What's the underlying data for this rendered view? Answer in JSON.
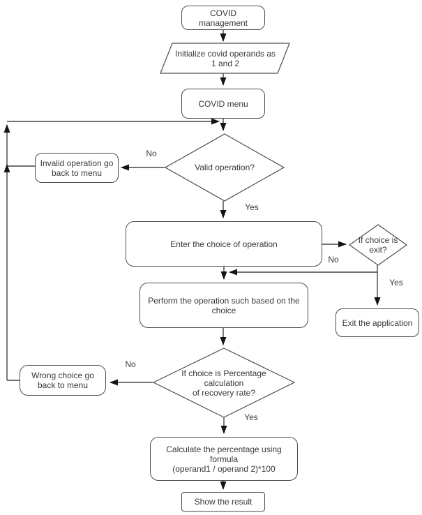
{
  "colors": {
    "background": "#ffffff",
    "stroke": "#4d4d4d",
    "arrow": "#141414",
    "text": "#383838"
  },
  "flowchart": {
    "nodes": [
      {
        "id": "start",
        "shape": "rounded-rect",
        "label": "COVID management"
      },
      {
        "id": "init",
        "shape": "parallelogram",
        "label": "Initialize covid operands as\n1 and 2"
      },
      {
        "id": "menu",
        "shape": "rounded-rect",
        "label": "COVID menu"
      },
      {
        "id": "valid",
        "shape": "diamond",
        "label": "Valid operation?"
      },
      {
        "id": "invalid",
        "shape": "rounded-rect",
        "label": "Invalid operation go\nback to menu"
      },
      {
        "id": "enter",
        "shape": "rounded-rect",
        "label": "Enter the choice of operation"
      },
      {
        "id": "exitq",
        "shape": "diamond",
        "label": "If choice is\nexit?"
      },
      {
        "id": "exit",
        "shape": "rounded-rect",
        "label": "Exit the application"
      },
      {
        "id": "perform",
        "shape": "rounded-rect",
        "label": "Perform the operation such based on the\nchoice"
      },
      {
        "id": "percentq",
        "shape": "diamond",
        "label": "If choice is Percentage\ncalculation\nof recovery rate?"
      },
      {
        "id": "wrong",
        "shape": "rounded-rect",
        "label": "Wrong choice go\nback to menu"
      },
      {
        "id": "calc",
        "shape": "rounded-rect",
        "label": "Calculate the percentage using\nformula\n(operand1 / operand 2)*100"
      },
      {
        "id": "show",
        "shape": "rect",
        "label": "Show the result"
      }
    ],
    "edges": [
      {
        "from": "start",
        "to": "init",
        "label": ""
      },
      {
        "from": "init",
        "to": "menu",
        "label": ""
      },
      {
        "from": "menu",
        "to": "valid",
        "label": ""
      },
      {
        "from": "valid",
        "to": "invalid",
        "label": "No"
      },
      {
        "from": "invalid",
        "to": "menu",
        "label": ""
      },
      {
        "from": "valid",
        "to": "enter",
        "label": "Yes"
      },
      {
        "from": "enter",
        "to": "exitq",
        "label": ""
      },
      {
        "from": "exitq",
        "to": "perform",
        "label": "No"
      },
      {
        "from": "exitq",
        "to": "exit",
        "label": "Yes"
      },
      {
        "from": "enter",
        "to": "perform",
        "label": ""
      },
      {
        "from": "perform",
        "to": "percentq",
        "label": ""
      },
      {
        "from": "percentq",
        "to": "wrong",
        "label": "No"
      },
      {
        "from": "wrong",
        "to": "menu",
        "label": ""
      },
      {
        "from": "percentq",
        "to": "calc",
        "label": "Yes"
      },
      {
        "from": "calc",
        "to": "show",
        "label": ""
      }
    ]
  }
}
